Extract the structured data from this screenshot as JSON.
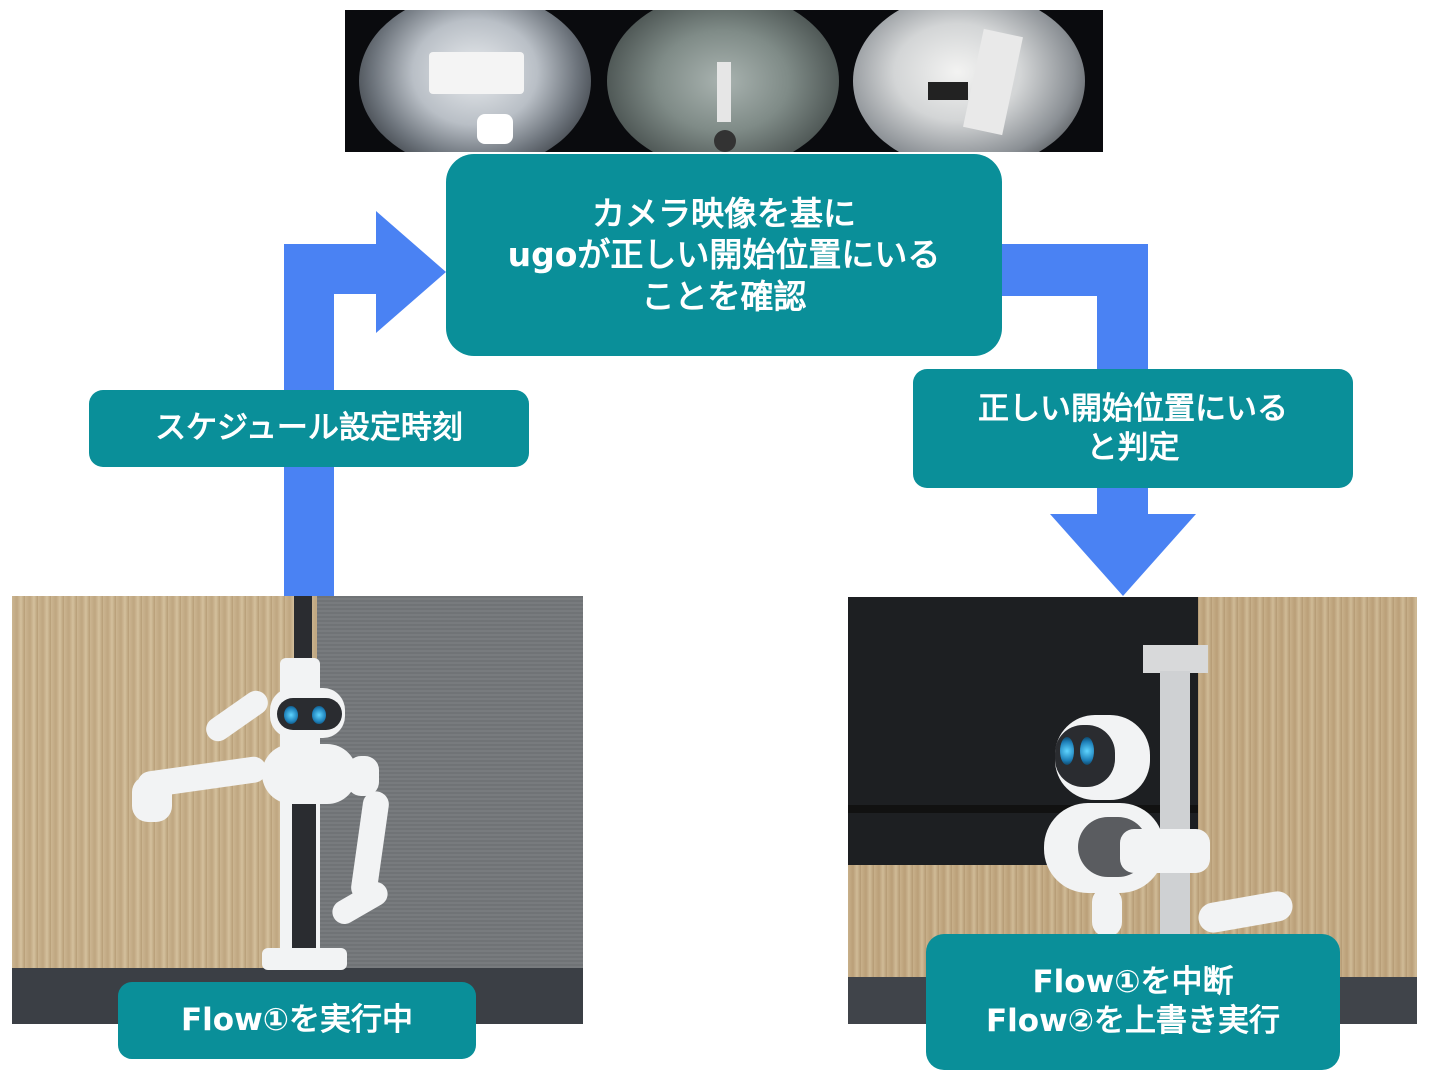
{
  "labels": {
    "camera_check": [
      "カメラ映像を基に",
      "ugoが正しい開始位置にいる",
      "ことを確認"
    ],
    "schedule": [
      "スケジュール設定時刻"
    ],
    "judgement": [
      "正しい開始位置にいる",
      "と判定"
    ],
    "flow1_running": [
      "Flow①を実行中"
    ],
    "flow_override": [
      "Flow①を中断",
      "Flow②を上書き実行"
    ]
  },
  "colors": {
    "label_bg": "#0a8f99",
    "label_text": "#ffffff",
    "arrow": "#4a82f3"
  }
}
